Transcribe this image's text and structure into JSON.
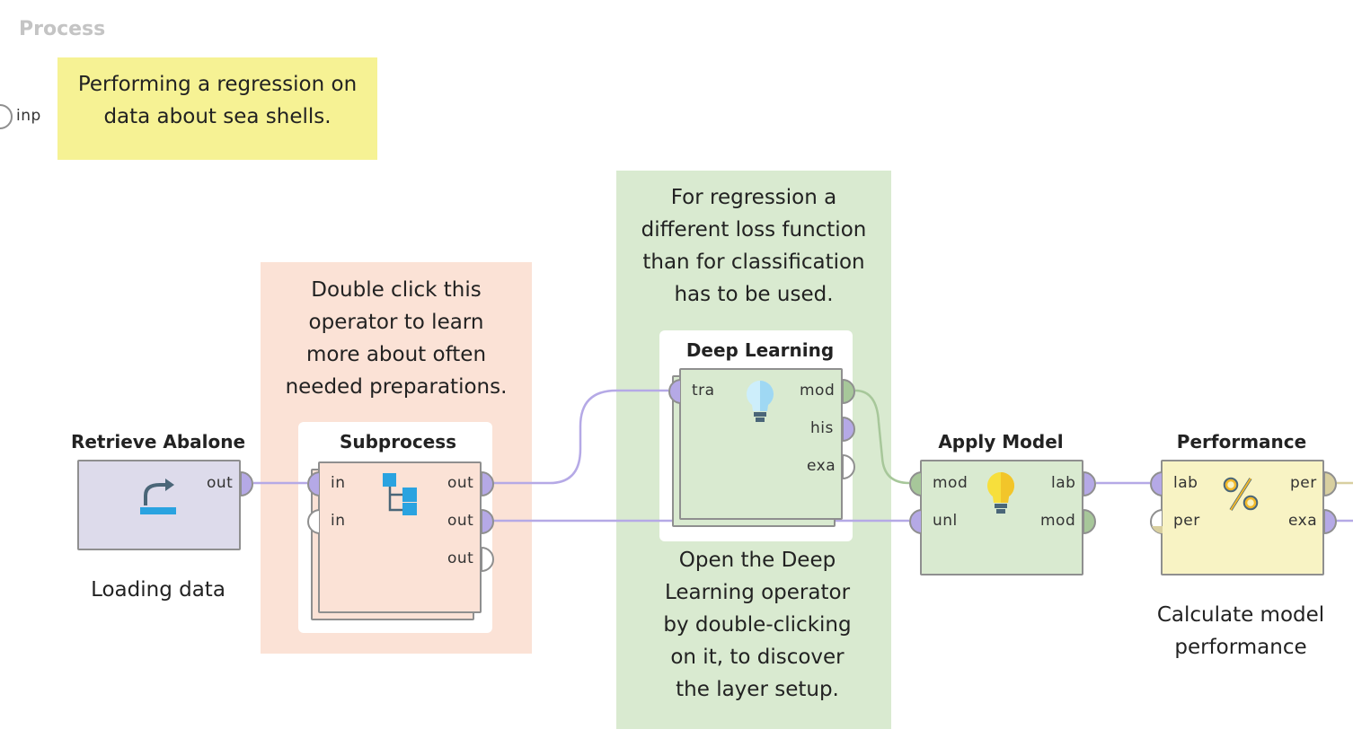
{
  "process": {
    "title": "Process",
    "input_port": "inp"
  },
  "notes": {
    "intro": [
      "Performing a regression on",
      "data about sea shells."
    ],
    "subprocess": [
      "Double click this",
      "operator to learn",
      "more about often",
      "needed preparations."
    ],
    "regression_top": [
      "For regression a",
      "different loss function",
      "than for classification",
      "has to be used."
    ],
    "regression_bottom": [
      "Open the Deep",
      "Learning operator",
      "by double-clicking",
      "on it, to discover",
      "the layer setup."
    ]
  },
  "operators": {
    "retrieve": {
      "title": "Retrieve Abalone",
      "subtitle": "Loading data",
      "ports_out": [
        "out"
      ]
    },
    "subprocess": {
      "title": "Subprocess",
      "ports_in": [
        "in",
        "in"
      ],
      "ports_out": [
        "out",
        "out",
        "out"
      ]
    },
    "deep_learning": {
      "title": "Deep Learning",
      "ports_in": [
        "tra"
      ],
      "ports_out": [
        "mod",
        "his",
        "exa"
      ]
    },
    "apply_model": {
      "title": "Apply Model",
      "ports_in": [
        "mod",
        "unl"
      ],
      "ports_out": [
        "lab",
        "mod"
      ]
    },
    "performance": {
      "title": "Performance",
      "subtitle": [
        "Calculate model",
        "performance"
      ],
      "ports_in": [
        "lab",
        "per"
      ],
      "ports_out": [
        "per",
        "exa"
      ]
    }
  },
  "colors": {
    "example_port": "#b5a9e6",
    "model_port": "#a7c79a",
    "performance_port": "#d8cfa0",
    "retrieve_fill": "#dddbeb",
    "subprocess_fill": "#fbe2d6",
    "learner_fill": "#d9ead0",
    "performance_fill": "#f8f3c4"
  },
  "icons": {
    "retrieve": "retrieve-arrow-icon",
    "subprocess": "subprocess-tree-icon",
    "deep_learning": "lightbulb-icon",
    "apply_model": "lightbulb-icon",
    "performance": "percent-icon"
  }
}
